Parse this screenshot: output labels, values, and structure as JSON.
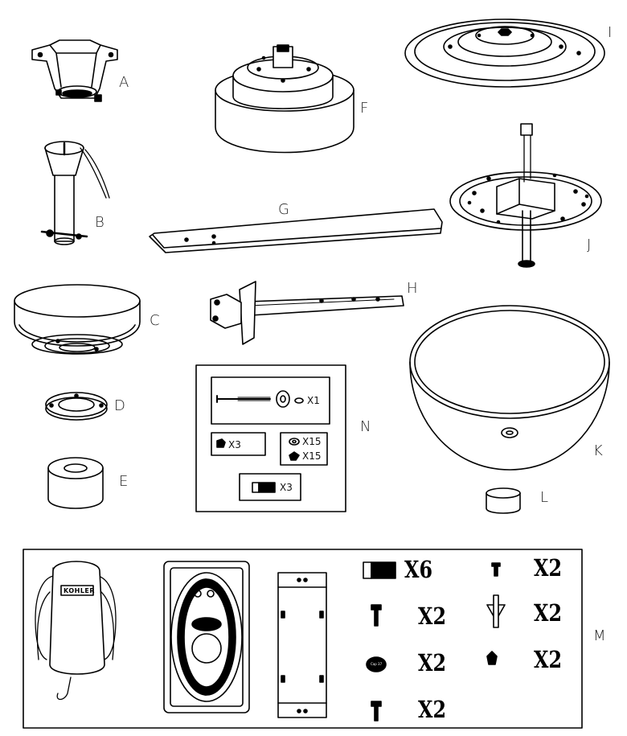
{
  "labels": {
    "a": "A",
    "b": "B",
    "c": "C",
    "d": "D",
    "e": "E",
    "f": "F",
    "g": "G",
    "h": "H",
    "i": "I",
    "j": "J",
    "k": "K",
    "l": "L",
    "m": "M",
    "n": "N"
  },
  "kit_n": {
    "bolt_qty": "X1",
    "nut_qty": "X3",
    "washer_qty": "X15",
    "screw_qty": "X15",
    "anchor_qty": "X3"
  },
  "kit_m": {
    "brand": "KOHLER",
    "anchor_qty": "X6",
    "screw_qty": "X2",
    "cap_qty": "X2",
    "pin_qty": "X2",
    "small_screw_qty": "X2",
    "plug_qty": "X2",
    "nut_qty": "X2",
    "cap_text": "Cap 37"
  }
}
